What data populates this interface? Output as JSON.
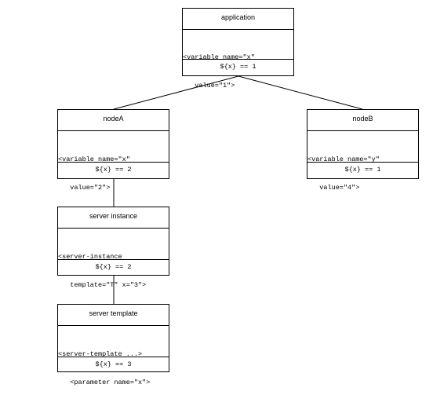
{
  "nodes": {
    "application": {
      "title": "application",
      "code_line1": "<variable name=\"x\"",
      "code_line2": "   value=\"1\">",
      "result": "${x} == 1"
    },
    "nodeA": {
      "title": "nodeA",
      "code_line1": "<variable name=\"x\"",
      "code_line2": "   value=\"2\">",
      "result": "${x} == 2"
    },
    "nodeB": {
      "title": "nodeB",
      "code_line1": "<variable name=\"y\"",
      "code_line2": "   value=\"4\">",
      "result": "${x} == 1"
    },
    "server_instance": {
      "title": "server instance",
      "code_line1": "<server-instance",
      "code_line2": "   template=\"T\" x=\"3\">",
      "result": "${x} == 2"
    },
    "server_template": {
      "title": "server template",
      "code_line1": "<server-template ...>",
      "code_line2": "   <parameter name=\"x\">",
      "result": "${x} == 3"
    }
  }
}
